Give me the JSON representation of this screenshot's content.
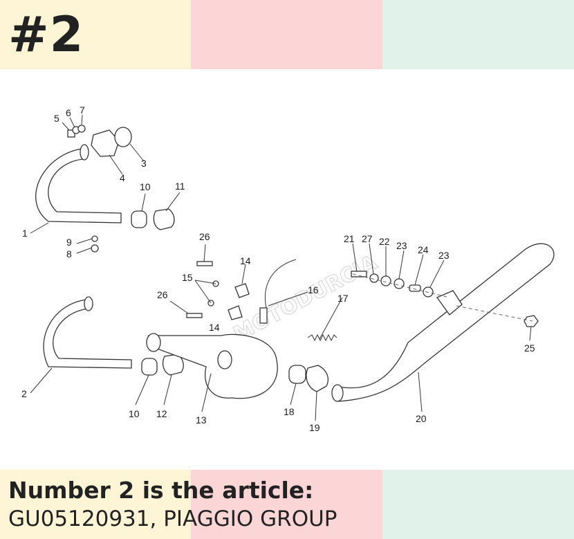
{
  "header": {
    "badge": "#2",
    "colors": [
      "#fdf5d6",
      "#fcd6d6",
      "#e1f2eb"
    ]
  },
  "diagram": {
    "watermark": "MOTODURCIA",
    "callouts": [
      "1",
      "2",
      "3",
      "4",
      "5",
      "6",
      "7",
      "8",
      "9",
      "10",
      "10",
      "11",
      "12",
      "13",
      "14",
      "14",
      "15",
      "16",
      "17",
      "18",
      "19",
      "20",
      "21",
      "22",
      "23",
      "23",
      "24",
      "25",
      "26",
      "26",
      "27"
    ]
  },
  "caption": {
    "title": "Number 2 is the article:",
    "reference": "GU05120931, PIAGGIO GROUP"
  }
}
